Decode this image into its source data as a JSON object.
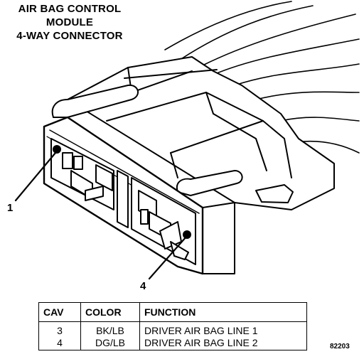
{
  "title": {
    "line1": "AIR BAG CONTROL",
    "line2": "MODULE",
    "line3": "4-WAY CONNECTOR"
  },
  "callouts": {
    "cavity_1": "1",
    "cavity_4": "4"
  },
  "table": {
    "headers": [
      "CAV",
      "COLOR",
      "FUNCTION"
    ],
    "rows": [
      [
        "3",
        "BK/LB",
        "DRIVER AIR BAG LINE 1"
      ],
      [
        "4",
        "DG/LB",
        "DRIVER AIR BAG LINE 2"
      ]
    ]
  },
  "figure_code": "82203"
}
